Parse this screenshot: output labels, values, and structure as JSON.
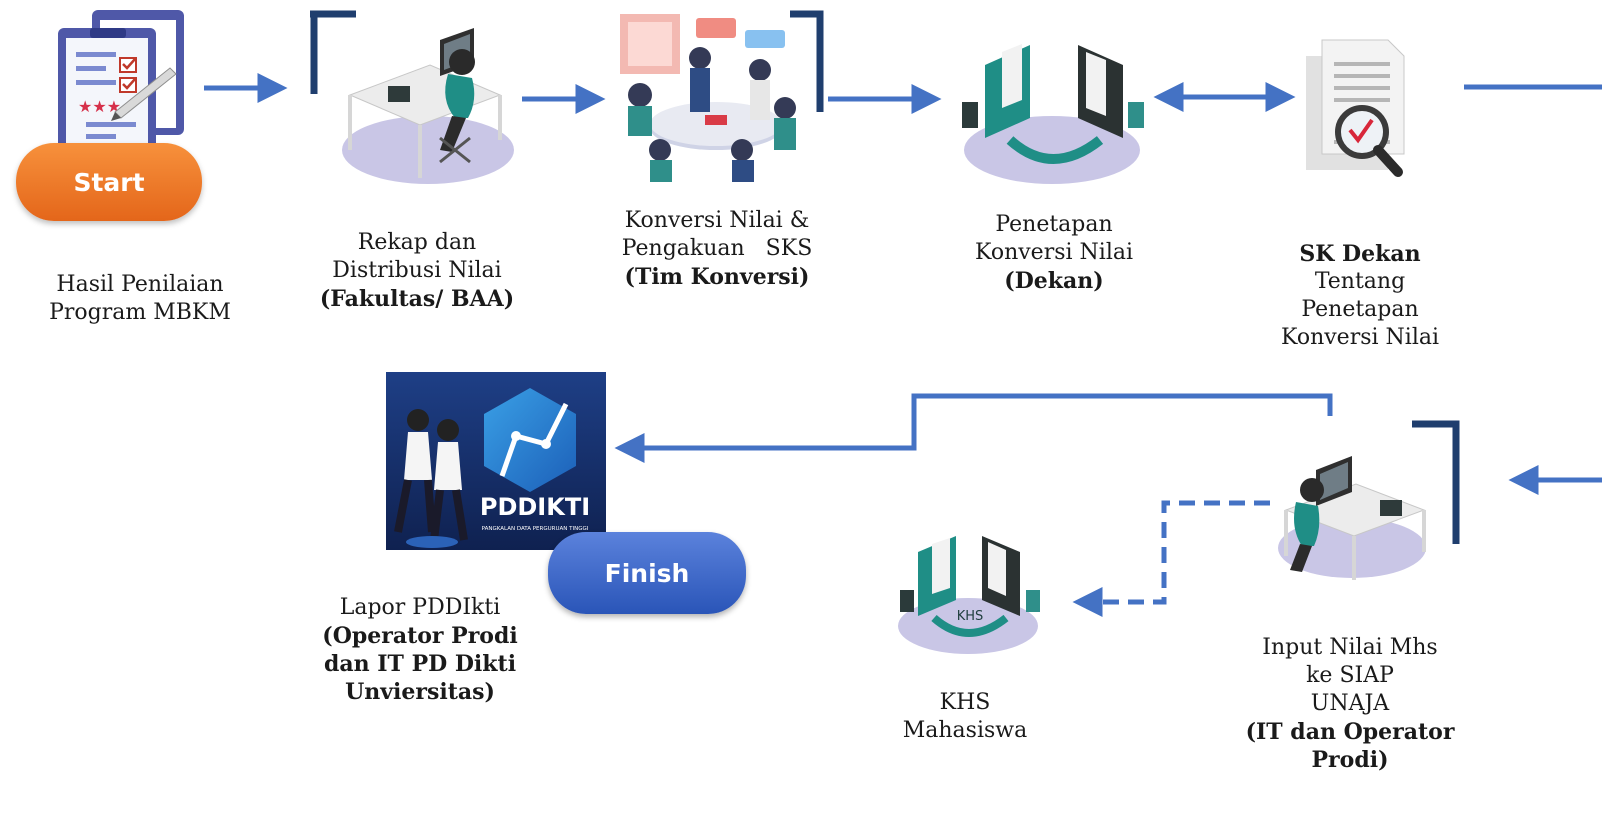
{
  "start_label": "Start",
  "finish_label": "Finish",
  "pddikti_logo_text": "PDDIKTI",
  "pddikti_logo_subtext": "PANGKALAN DATA PERGURUAN TINGGI",
  "khs_tag": "KHS",
  "steps": [
    {
      "lines": [
        "Hasil Penilaian",
        "Program MBKM"
      ],
      "bold": []
    },
    {
      "lines": [
        "Rekap dan",
        "Distribusi Nilai"
      ],
      "bold": [
        "(Fakultas/ BAA)"
      ]
    },
    {
      "lines": [
        "Konversi Nilai &",
        "Pengakuan   SKS"
      ],
      "bold": [
        "(Tim Konversi)"
      ]
    },
    {
      "lines": [
        "Penetapan",
        "Konversi Nilai"
      ],
      "bold": [
        "(Dekan)"
      ]
    },
    {
      "title": "SK Dekan",
      "lines": [
        "Tentang",
        "Penetapan",
        "Konversi Nilai"
      ]
    },
    {
      "lines": [
        "Lapor PDDIkti"
      ],
      "bold": [
        "(Operator Prodi",
        "dan IT PD Dikti",
        "Unviersitas)"
      ]
    },
    {
      "lines": [
        "KHS",
        "Mahasiswa"
      ],
      "bold": []
    },
    {
      "lines": [
        "Input Nilai Mhs",
        "ke SIAP",
        "UNAJA"
      ],
      "bold": [
        "(IT dan Operator",
        "Prodi)"
      ]
    }
  ],
  "colors": {
    "arrow": "#4472c4",
    "bracket": "#1f3e6e",
    "start": "#ed7d31",
    "finish": "#3f68c9",
    "platform": "#c9c6e6"
  }
}
